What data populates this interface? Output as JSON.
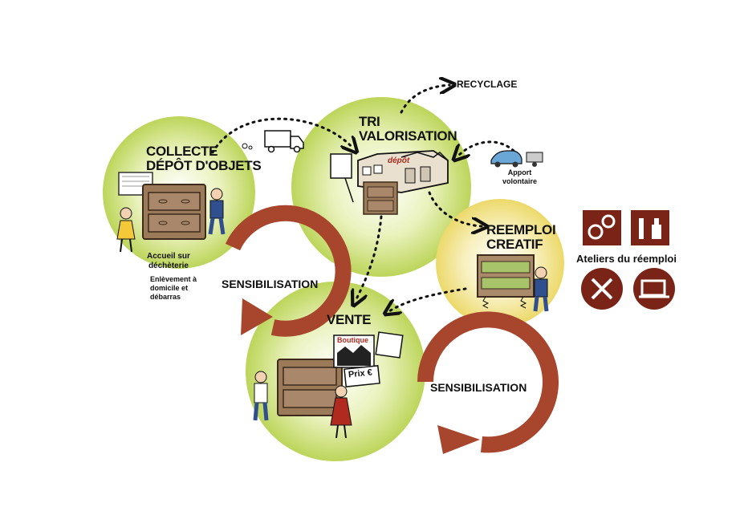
{
  "stages": {
    "collecte": "COLLECTE DÉPÔT D'OBJETS",
    "collecte_line1": "COLLECTE",
    "collecte_line2": "DÉPÔT D'OBJETS",
    "tri_line1": "TRI",
    "tri_line2": "VALORISATION",
    "reemploi_line1": "REEMPLOI",
    "reemploi_line2": "CREATIF",
    "vente": "VENTE"
  },
  "notes": {
    "recyclage": "RECYCLAGE",
    "apport_line1": "Apport",
    "apport_line2": "volontaire",
    "accueil_line1": "Accueil sur",
    "accueil_line2": "déchèterie",
    "enlevement_line1": "Enlèvement à",
    "enlevement_line2": "domicile et",
    "enlevement_line3": "débarras"
  },
  "cycle_labels": {
    "sensibilisation_left": "SENSIBILISATION",
    "sensibilisation_right": "SENSIBILISATION"
  },
  "ateliers": {
    "title": "Ateliers du réemploi",
    "icons": [
      "gears-icon",
      "paint-tools-icon",
      "wrench-hammer-icon",
      "sewing-machine-icon"
    ]
  },
  "signs": {
    "depot": "dépôt",
    "boutique": "Boutique",
    "prix": "Prix €"
  },
  "colors": {
    "green_blob": "#c6dc6a",
    "yellow_blob": "#f2e58a",
    "arrow": "#a8452d",
    "icon_bg": "#7a2418"
  }
}
